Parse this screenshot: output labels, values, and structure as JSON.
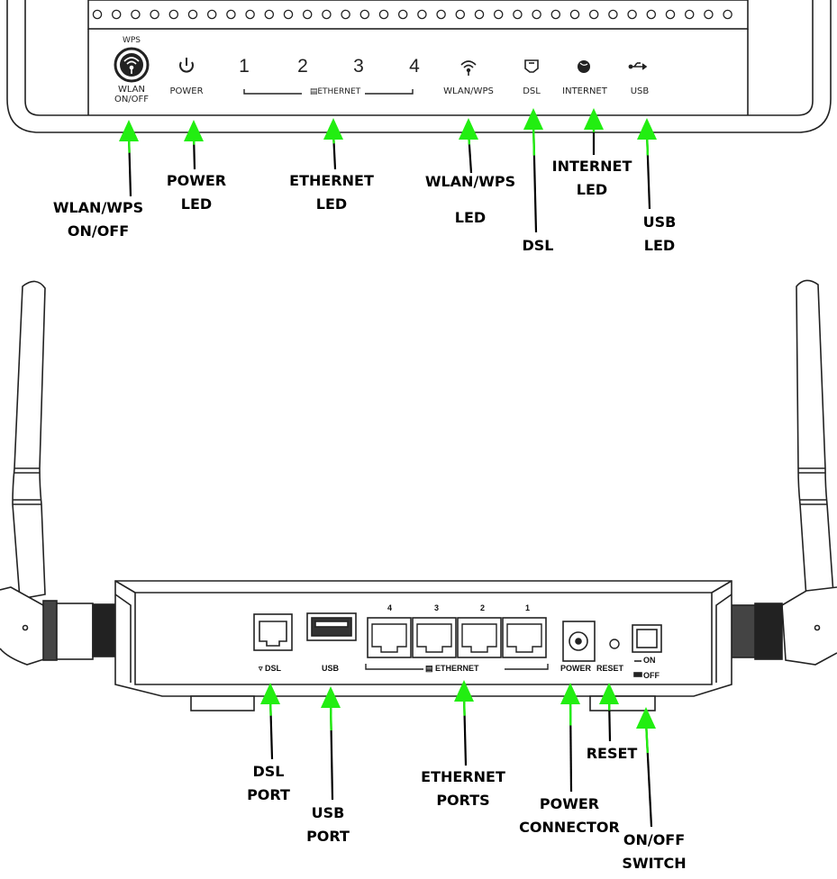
{
  "front_panel": {
    "wps_button_label": "WPS",
    "wlan_button_label": "WLAN\nON/OFF",
    "power_label": "POWER",
    "ethernet_numbers": [
      "1",
      "2",
      "3",
      "4"
    ],
    "ethernet_label": "ETHERNET",
    "wlan_wps_label": "WLAN/WPS",
    "dsl_label": "DSL",
    "internet_label": "INTERNET",
    "usb_label": "USB"
  },
  "front_callouts": {
    "wlan_wps_onoff": "WLAN/WPS\nON/OFF",
    "power_led": "POWER\nLED",
    "ethernet_led": "ETHERNET\nLED",
    "wlan_wps_led": "WLAN/WPS\n\nLED",
    "dsl": "DSL",
    "internet_led": "INTERNET\nLED",
    "usb_led": "USB\nLED"
  },
  "back_panel": {
    "port_numbers": [
      "4",
      "3",
      "2",
      "1"
    ],
    "dsl_label": "DSL",
    "usb_label": "USB",
    "ethernet_label": "ETHERNET",
    "power_label": "POWER",
    "reset_label": "RESET",
    "on_label": "ON",
    "off_label": "OFF"
  },
  "back_callouts": {
    "dsl_port": "DSL\nPORT",
    "usb_port": "USB\nPORT",
    "ethernet_ports": "ETHERNET\nPORTS",
    "power_connector": "POWER\nCONNECTOR",
    "reset": "RESET",
    "onoff_switch": "ON/OFF\nSWITCH"
  },
  "colors": {
    "arrow": "#22ee11",
    "outline": "#222222"
  }
}
